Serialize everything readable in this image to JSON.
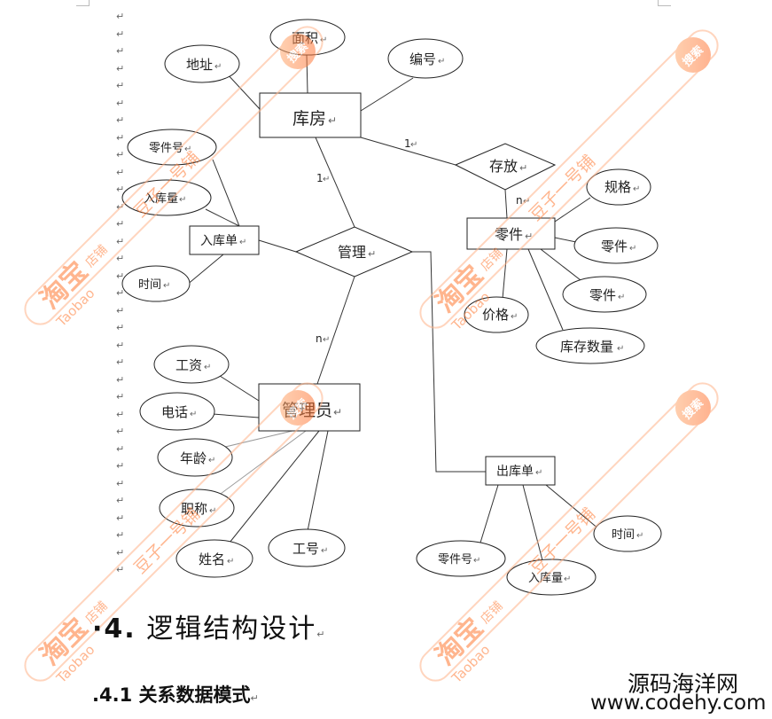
{
  "paragraph_mark": "↵",
  "er_diagram": {
    "entities": {
      "warehouse": "库房",
      "part": "零件",
      "manager": "管理员",
      "in_slip": "入库单",
      "out_slip": "出库单"
    },
    "relationships": {
      "store": "存放",
      "manage": "管理"
    },
    "attributes": {
      "address": "地址",
      "area": "面积",
      "number": "编号",
      "in_part_no": "零件号",
      "in_quantity": "入库量",
      "in_time": "时间",
      "spec": "规格",
      "part_a": "零件",
      "part_b": "零件",
      "price": "价格",
      "stock_qty": "库存数量",
      "salary": "工资",
      "phone": "电话",
      "age": "年龄",
      "title_job": "职称",
      "name": "姓名",
      "staff_no": "工号",
      "out_part_no": "零件号",
      "out_quantity": "入库量",
      "out_time": "时间"
    },
    "cardinality": {
      "warehouse_store": "1",
      "part_store": "n",
      "warehouse_manage": "1",
      "manager_manage": "n"
    }
  },
  "section": {
    "heading_number": "·4.",
    "heading_title": "逻辑结构设计",
    "subheading": ".4.1 关系数据模式"
  },
  "watermark": {
    "brand_cn": "淘宝",
    "brand_en": "Taobao",
    "shop_label": "店铺",
    "shop_name": "豆子一号铺",
    "search_badge": "搜索"
  },
  "footer": {
    "site_name": "源码海洋网",
    "site_url": "www.codehy.com"
  }
}
